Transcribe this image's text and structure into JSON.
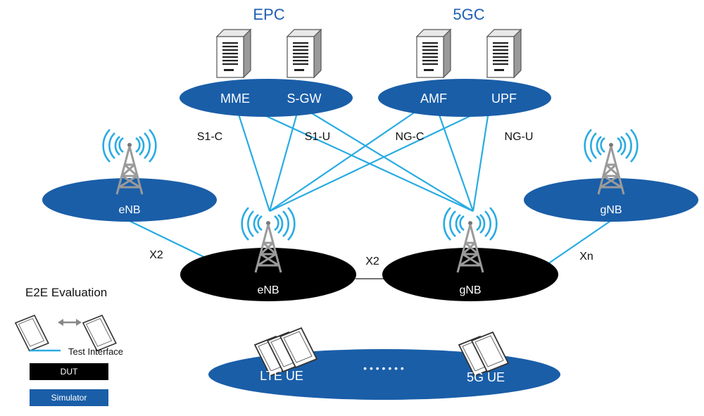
{
  "core": {
    "epc": {
      "title": "EPC",
      "nodes": [
        "MME",
        "S-GW"
      ]
    },
    "fivegc": {
      "title": "5GC",
      "nodes": [
        "AMF",
        "UPF"
      ]
    }
  },
  "interfaces": {
    "s1c": "S1-C",
    "s1u": "S1-U",
    "ngc": "NG-C",
    "ngu": "NG-U",
    "x2_left": "X2",
    "x2_center": "X2",
    "xn": "Xn"
  },
  "ran": {
    "enb_sim": "eNB",
    "gnb_sim": "gNB",
    "enb_dut": "eNB",
    "gnb_dut": "gNB"
  },
  "ue": {
    "lte": "LTE UE",
    "fiveg": "5G UE",
    "dots": "• • • • • • •"
  },
  "legend": {
    "title": "E2E Evaluation",
    "test_interface": "Test Interface",
    "dut": "DUT",
    "simulator": "Simulator"
  },
  "colors": {
    "simulator": "#1a5ea8",
    "dut": "#000000",
    "test_interface": "#29abe2",
    "title": "#1f5fb3"
  },
  "icons": [
    "server-icon",
    "tower-icon",
    "phone-icon"
  ]
}
